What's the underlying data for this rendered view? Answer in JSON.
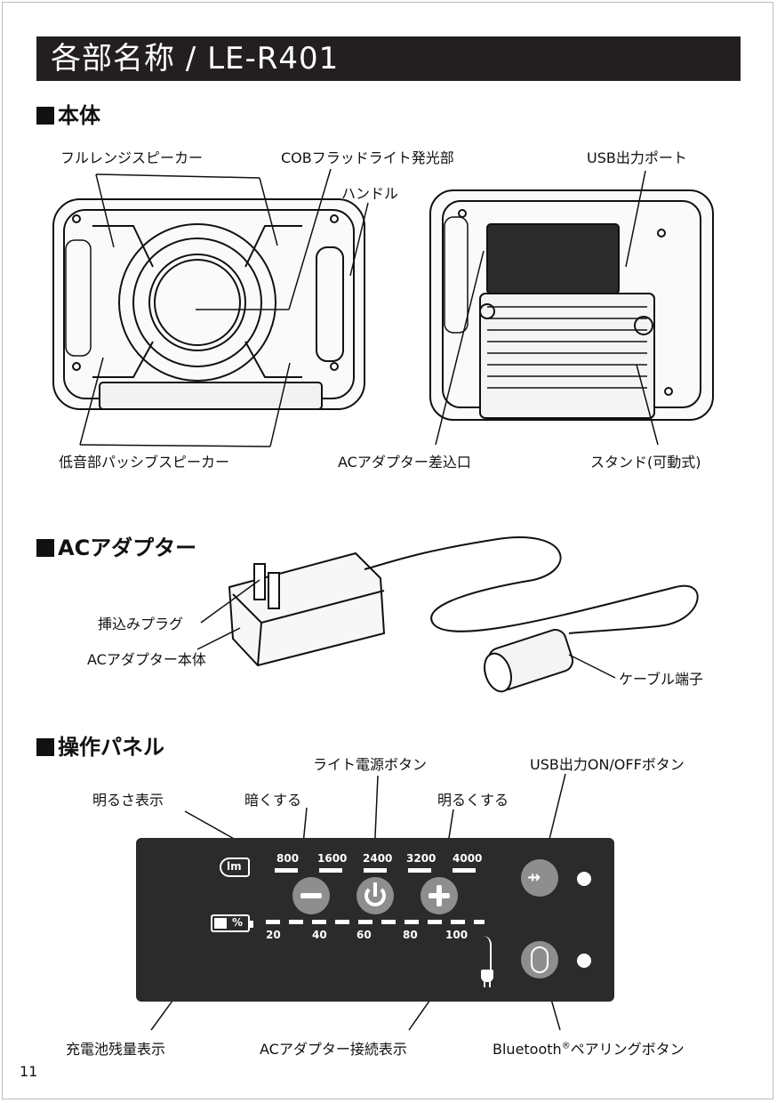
{
  "title": "各部名称 / LE-R401",
  "sections": {
    "body": "本体",
    "adapter": "ACアダプター",
    "panel": "操作パネル"
  },
  "body_labels": {
    "fullrange": "フルレンジスピーカー",
    "cob": "COBフラッドライト発光部",
    "usb_port": "USB出力ポート",
    "handle": "ハンドル",
    "passive": "低音部パッシブスピーカー",
    "ac_inlet": "ACアダプター差込口",
    "stand": "スタンド(可動式)"
  },
  "adapter_labels": {
    "plug": "挿込みプラグ",
    "adapter_body": "ACアダプター本体",
    "cable_end": "ケーブル端子"
  },
  "panel_labels": {
    "power": "ライト電源ボタン",
    "usb_btn": "USB出力ON/OFFボタン",
    "brightness": "明るさ表示",
    "darker": "暗くする",
    "brighter": "明るくする",
    "battery": "充電池残量表示",
    "ac_conn": "ACアダプター接続表示",
    "bt_prefix": "Bluetooth",
    "bt_reg": "®",
    "bt_suffix": "ペアリングボタン"
  },
  "panel_display": {
    "lm": "lm",
    "pct": "%",
    "lumen_scale": [
      "800",
      "1600",
      "2400",
      "3200",
      "4000"
    ],
    "battery_scale": [
      "20",
      "40",
      "60",
      "80",
      "100"
    ]
  },
  "icons": [
    "bulb-icon",
    "battery-icon",
    "minus-icon",
    "power-icon",
    "plus-icon",
    "usb-icon",
    "bluetooth-icon",
    "plug-icon"
  ],
  "page_number": "11"
}
